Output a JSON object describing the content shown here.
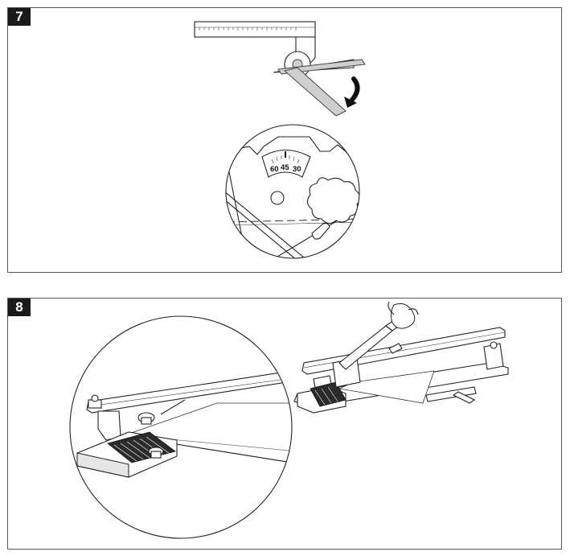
{
  "panels": [
    {
      "step": "7",
      "scale_labels": {
        "left": "60",
        "center": "45",
        "right": "30"
      }
    },
    {
      "step": "8"
    }
  ]
}
